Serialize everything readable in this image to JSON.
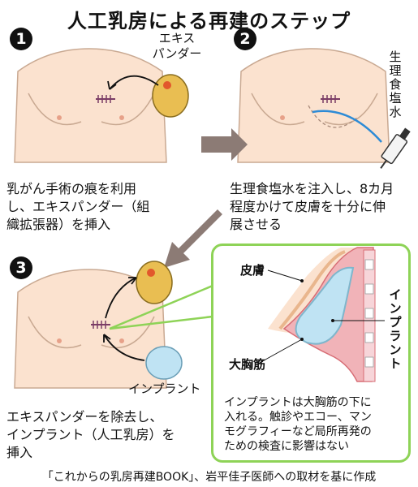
{
  "title": "人工乳房による再建のステップ",
  "steps": [
    {
      "number": "1",
      "caption_lines": [
        "乳がん手術の痕を利用",
        "し、エキスパンダー（組",
        "織拡張器）を挿入"
      ]
    },
    {
      "number": "2",
      "caption_lines": [
        "生理食塩水を注入し、8カ月",
        "程度かけて皮膚を十分に伸",
        "展させる"
      ]
    },
    {
      "number": "3",
      "caption_lines": [
        "エキスパンダーを除去し、",
        "インプラント（人工乳房）を",
        "挿入"
      ]
    }
  ],
  "labels": {
    "expander_lines": [
      "エキス",
      "パンダー"
    ],
    "saline_vertical": "生理食塩水",
    "implant": "インプラント",
    "skin": "皮膚",
    "pectoral_muscle": "大胸筋",
    "implant_vertical": "インプラント"
  },
  "callout_note_lines": [
    "インプラントは大胸筋の下に",
    "入れる。触診やエコー、マン",
    "モグラフィーなど局所再発の",
    "ための検査に影響はない"
  ],
  "source": "「これからの乳房再建BOOK」、岩平佳子医師への取材を基に作成",
  "colors": {
    "skin": "#fbe2cf",
    "expander": "#e9be52",
    "implant": "#bfe3f3",
    "callout_border": "#8ed357",
    "arrow": "#8c7b75",
    "muscle": "#f1b3b8"
  }
}
